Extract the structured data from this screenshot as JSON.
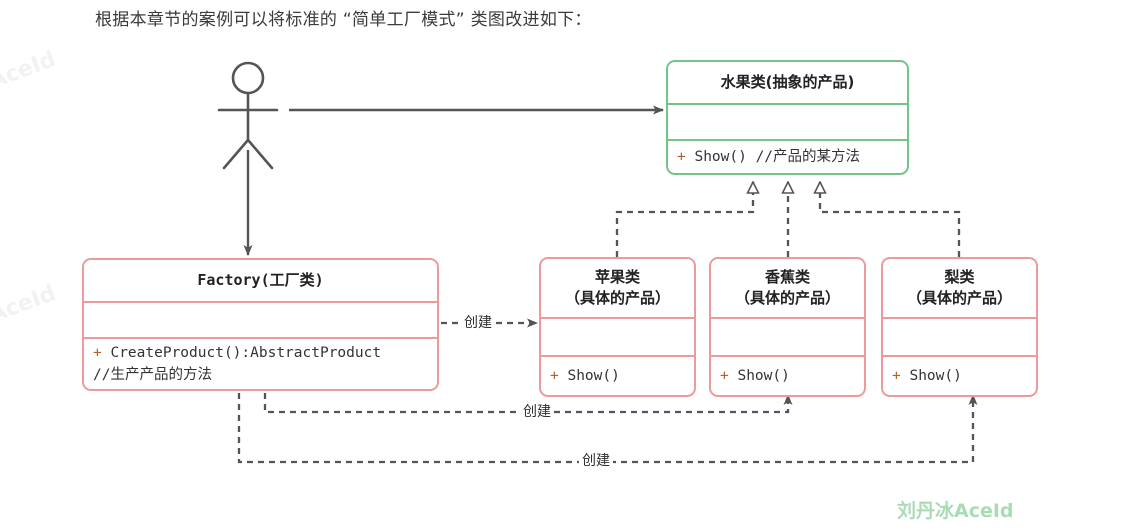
{
  "caption": "根据本章节的案例可以将标准的 “简单工厂模式” 类图改进如下：",
  "diagram": {
    "type": "uml-class-diagram",
    "actor": {
      "name": "actor-stick-figure",
      "label": ""
    },
    "classes": [
      {
        "id": "abstract-product",
        "name": "水果类(抽象的产品)",
        "stereotype": "abstract",
        "border_color": "#72c587",
        "attributes": [],
        "operations": [
          "+ Show() //产品的某方法"
        ],
        "operation_parts": {
          "visibility": "+",
          "signature": " Show() //产品的某方法"
        }
      },
      {
        "id": "factory",
        "name": "Factory(工厂类)",
        "border_color": "#ef9a9a",
        "attributes": [],
        "operations": [
          "+ CreateProduct():AbstractProduct",
          "//生产产品的方法"
        ],
        "operation_parts": {
          "visibility": "+",
          "signature": " CreateProduct():AbstractProduct",
          "comment": "//生产产品的方法"
        }
      },
      {
        "id": "apple",
        "name_line1": "苹果类",
        "name_line2": "（具体的产品）",
        "border_color": "#ef9a9a",
        "attributes": [],
        "operations": [
          "+ Show()"
        ],
        "operation_parts": {
          "visibility": "+",
          "signature": " Show()"
        }
      },
      {
        "id": "banana",
        "name_line1": "香蕉类",
        "name_line2": "（具体的产品）",
        "border_color": "#ef9a9a",
        "attributes": [],
        "operations": [
          "+ Show()"
        ],
        "operation_parts": {
          "visibility": "+",
          "signature": " Show()"
        }
      },
      {
        "id": "pear",
        "name_line1": "梨类",
        "name_line2": "（具体的产品）",
        "border_color": "#ef9a9a",
        "attributes": [],
        "operations": [
          "+ Show()"
        ],
        "operation_parts": {
          "visibility": "+",
          "signature": " Show()"
        }
      }
    ],
    "edges": [
      {
        "id": "actor-to-abstract",
        "from": "actor",
        "to": "abstract-product",
        "style": "solid",
        "arrow": "filled",
        "label": ""
      },
      {
        "id": "actor-to-factory",
        "from": "actor",
        "to": "factory",
        "style": "solid",
        "arrow": "filled",
        "label": ""
      },
      {
        "id": "apple-realizes",
        "from": "apple",
        "to": "abstract-product",
        "style": "dashed",
        "arrow": "hollow-triangle",
        "label": ""
      },
      {
        "id": "banana-realizes",
        "from": "banana",
        "to": "abstract-product",
        "style": "dashed",
        "arrow": "hollow-triangle",
        "label": ""
      },
      {
        "id": "pear-realizes",
        "from": "pear",
        "to": "abstract-product",
        "style": "dashed",
        "arrow": "hollow-triangle",
        "label": ""
      },
      {
        "id": "factory-creates-apple",
        "from": "factory",
        "to": "apple",
        "style": "dashed",
        "arrow": "open",
        "label": "创建"
      },
      {
        "id": "factory-creates-banana",
        "from": "factory",
        "to": "banana",
        "style": "dashed",
        "arrow": "open",
        "label": "创建"
      },
      {
        "id": "factory-creates-pear",
        "from": "factory",
        "to": "pear",
        "style": "dashed",
        "arrow": "open",
        "label": "创建"
      }
    ]
  },
  "watermarks": {
    "diagonal": "AceId",
    "brand": "刘丹冰AceId"
  },
  "colors": {
    "abstract_border": "#72c587",
    "concrete_border": "#ef9a9a",
    "edge": "#555555",
    "brand": "#a8dcb5",
    "text": "#222222"
  }
}
